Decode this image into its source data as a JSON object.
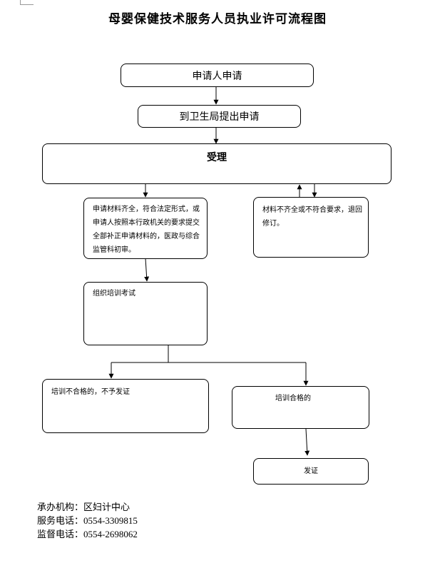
{
  "title": "母婴保健技术服务人员执业许可流程图",
  "nodes": {
    "apply": "申请人申请",
    "submit": "到卫生局提出申请",
    "accept": "受理",
    "complete": "申请材料齐全，符合法定形式，或申请人按照本行政机关的要求提交全部补正申请材料的，医政与综合监管科初审。",
    "incomplete": "材料不齐全或不符合要求，退回修订。",
    "training": "组织培训考试",
    "fail": "培训不合格的，不予发证",
    "pass": "培训合格的",
    "issue": "发证"
  },
  "footer": {
    "org_label": "承办机构：",
    "org_value": "区妇计中心",
    "service_label": "服务电话：",
    "service_phone": "0554-3309815",
    "supervise_label": "监督电话：",
    "supervise_phone": "0554-2698062"
  }
}
